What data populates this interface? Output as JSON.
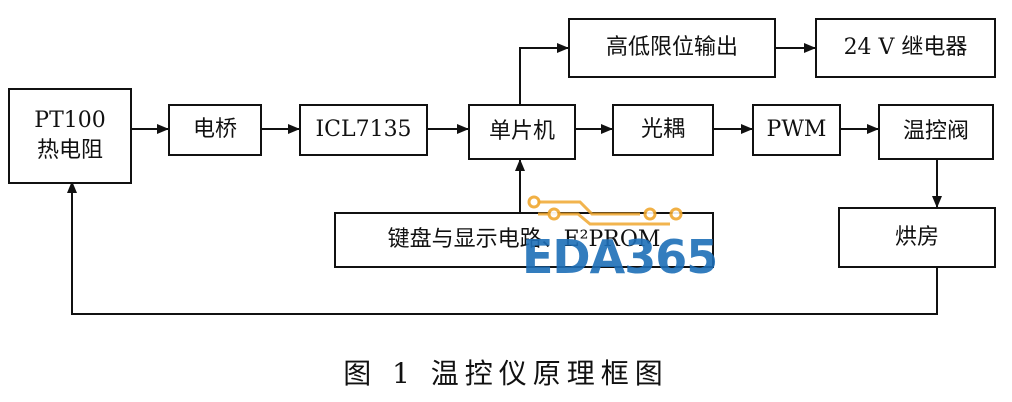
{
  "blocks": {
    "pt100_line1": "PT100",
    "pt100_line2": "热电阻",
    "bridge": "电桥",
    "adc": "ICL7135",
    "mcu": "单片机",
    "optocoupler": "光耦",
    "pwm": "PWM",
    "valve": "温控阀",
    "limit_output": "高低限位输出",
    "relay": "24 V 继电器",
    "keyboard": "键盘与显示电路、E²PROM",
    "oven": "烘房"
  },
  "caption": "图 1   温控仪原理框图",
  "watermark": {
    "text": "EDA365",
    "color": "#1e6fb8",
    "accent": "#f0a830"
  }
}
